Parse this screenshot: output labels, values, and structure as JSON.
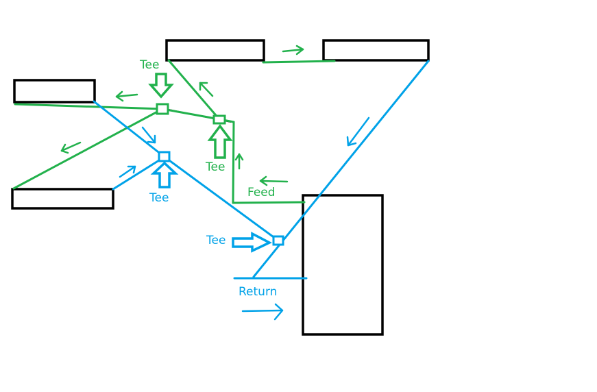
{
  "colors": {
    "feed": "#22b14c",
    "return": "#00a2e8",
    "outline": "#000000",
    "background": "#ffffff"
  },
  "labels": {
    "tee_top": "Tee",
    "tee_middle": "Tee",
    "tee_left": "Tee",
    "tee_bottom": "Tee",
    "feed": "Feed",
    "return": "Return"
  }
}
